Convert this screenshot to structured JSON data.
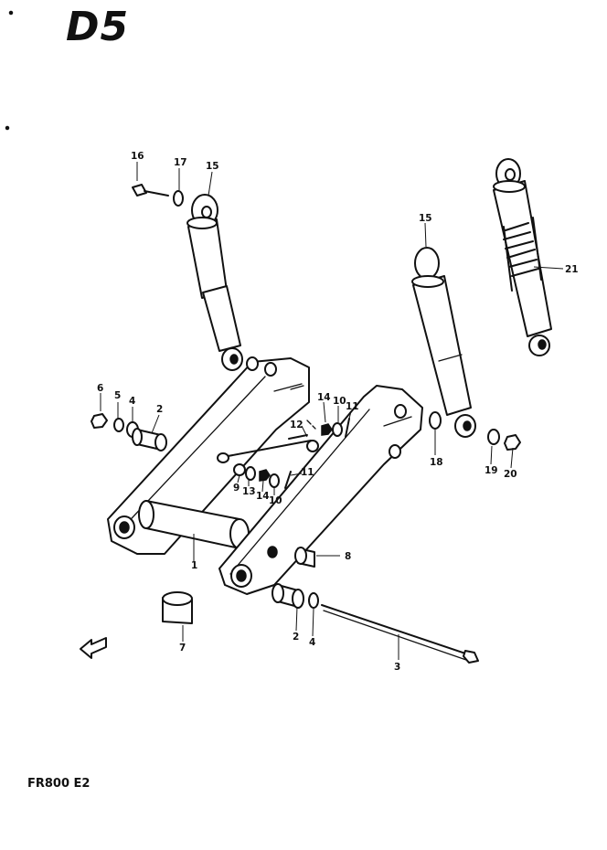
{
  "page": {
    "title": "D5",
    "footer": "FR800 E2"
  },
  "callouts": {
    "c1": "1",
    "c2a": "2",
    "c2b": "2",
    "c3": "3",
    "c4a": "4",
    "c4b": "4",
    "c5": "5",
    "c6": "6",
    "c7": "7",
    "c8": "8",
    "c9": "9",
    "c10a": "10",
    "c10b": "10",
    "c11a": "11",
    "c11b": "11",
    "c12": "12",
    "c13": "13",
    "c14a": "14",
    "c14b": "14",
    "c15a": "15",
    "c15b": "15",
    "c16": "16",
    "c17": "17",
    "c18": "18",
    "c19": "19",
    "c20": "20",
    "c21": "21"
  }
}
